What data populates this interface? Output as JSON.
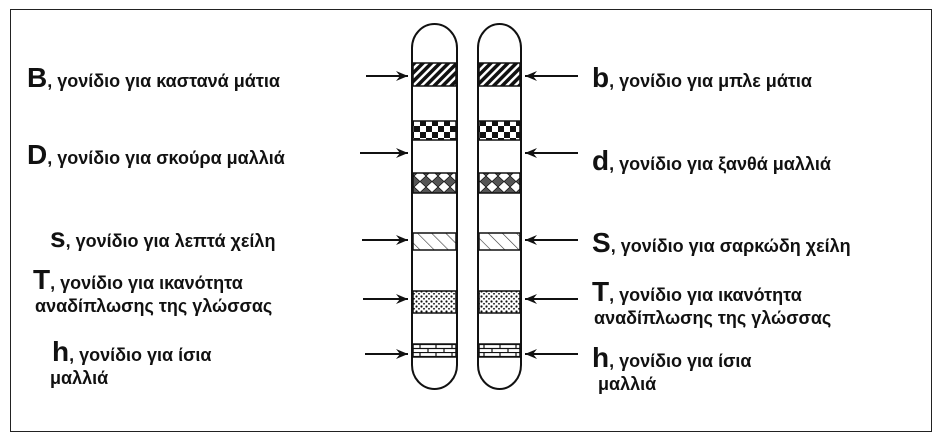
{
  "labels": {
    "left": [
      {
        "symbol": "B",
        "text": ", γονίδιο για καστανά μάτια",
        "line2": ""
      },
      {
        "symbol": "D",
        "text": ", γονίδιο για σκούρα μαλλιά",
        "line2": ""
      },
      {
        "symbol": "s",
        "text": ", γονίδιο για λεπτά χείλη",
        "line2": ""
      },
      {
        "symbol": "T",
        "text": ", γονίδιο για ικανότητα",
        "line2": "αναδίπλωσης της γλώσσας"
      },
      {
        "symbol": "h",
        "text": ", γονίδιο για ίσια",
        "line2": "μαλλιά"
      }
    ],
    "right": [
      {
        "symbol": "b",
        "text": ", γονίδιο για μπλε μάτια",
        "line2": ""
      },
      {
        "symbol": "d",
        "text": ", γονίδιο για ξανθά μαλλιά",
        "line2": ""
      },
      {
        "symbol": "S",
        "text": ", γονίδιο για σαρκώδη χείλη",
        "line2": ""
      },
      {
        "symbol": "T",
        "text": ", γονίδιο για ικανότητα",
        "line2": "αναδίπλωσης της γλώσσας"
      },
      {
        "symbol": "h",
        "text": ", γονίδιο για ίσια",
        "line2": "μαλλιά"
      }
    ]
  },
  "bands": [
    "diagonal-hatch",
    "checkerboard",
    "diamond",
    "light-diagonal",
    "dotted",
    "brick"
  ],
  "colors": {
    "ink": "#111111",
    "background": "#ffffff"
  }
}
